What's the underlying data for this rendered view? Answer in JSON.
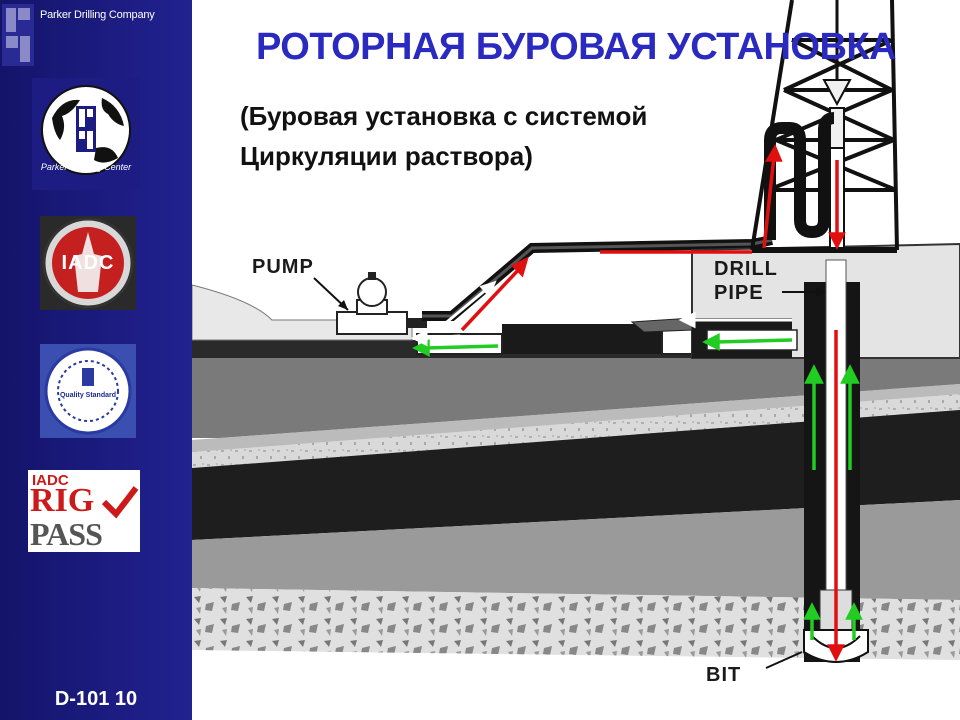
{
  "sidebar": {
    "company": "Parker Drilling Company",
    "logos": [
      {
        "name": "parker-training-center-logo",
        "text": "Parker Training Center"
      },
      {
        "name": "iadc-seal-logo",
        "text": "IADC"
      },
      {
        "name": "quality-assured-seal-logo",
        "text": "Quality Standard"
      },
      {
        "name": "iadc-rigpass-logo",
        "line1": "IADC",
        "line2": "RIG",
        "line3": "PASS"
      }
    ],
    "slide_code": "D-101 10"
  },
  "slide": {
    "title": "РОТОРНАЯ БУРОВАЯ УСТАНОВКА",
    "subtitle_line1": "(Буровая установка с системой",
    "subtitle_line2": "Циркуляции раствора)"
  },
  "diagram": {
    "labels": {
      "pump": "PUMP",
      "drill_pipe_line1": "DRILL",
      "drill_pipe_line2": "PIPE",
      "bit": "BIT"
    },
    "colors": {
      "accent_title": "#2a2ac0",
      "sidebar_bg": "#1c1c82",
      "flow_down": "#e01010",
      "flow_up": "#22cc22",
      "flow_return": "#ffffff"
    }
  }
}
